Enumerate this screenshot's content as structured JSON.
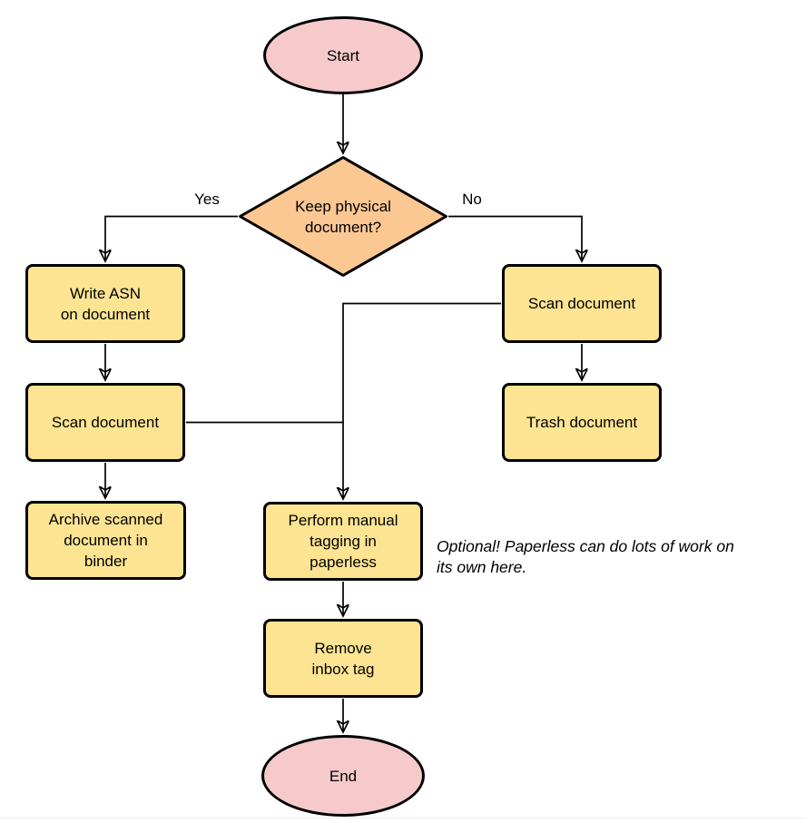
{
  "page": {
    "background": "#ffffff",
    "bottom_divider_color": "#ebebeb"
  },
  "colors": {
    "terminal_fill": "#f6caca",
    "decision_fill": "#fbc793",
    "process_fill": "#fce492",
    "shape_stroke": "#000000",
    "connector_stroke": "#000000",
    "text": "#000000"
  },
  "nodes": {
    "start": {
      "label": "Start",
      "shape": "ellipse"
    },
    "keep_physical": {
      "label": "Keep physical\ndocument?",
      "shape": "diamond"
    },
    "write_asn": {
      "label": "Write ASN\non document",
      "shape": "rounded-rect"
    },
    "scan_left": {
      "label": "Scan document",
      "shape": "rounded-rect"
    },
    "archive": {
      "label": "Archive scanned\ndocument in\nbinder",
      "shape": "rounded-rect"
    },
    "scan_right": {
      "label": "Scan document",
      "shape": "rounded-rect"
    },
    "trash": {
      "label": "Trash document",
      "shape": "rounded-rect"
    },
    "manual_tagging": {
      "label": "Perform manual\ntagging in\npaperless",
      "shape": "rounded-rect"
    },
    "remove_inbox": {
      "label": "Remove\ninbox tag",
      "shape": "rounded-rect"
    },
    "end": {
      "label": "End",
      "shape": "ellipse"
    }
  },
  "edge_labels": {
    "yes": "Yes",
    "no": "No"
  },
  "annotation": {
    "text": "Optional! Paperless can do lots of work on\nits own here."
  }
}
